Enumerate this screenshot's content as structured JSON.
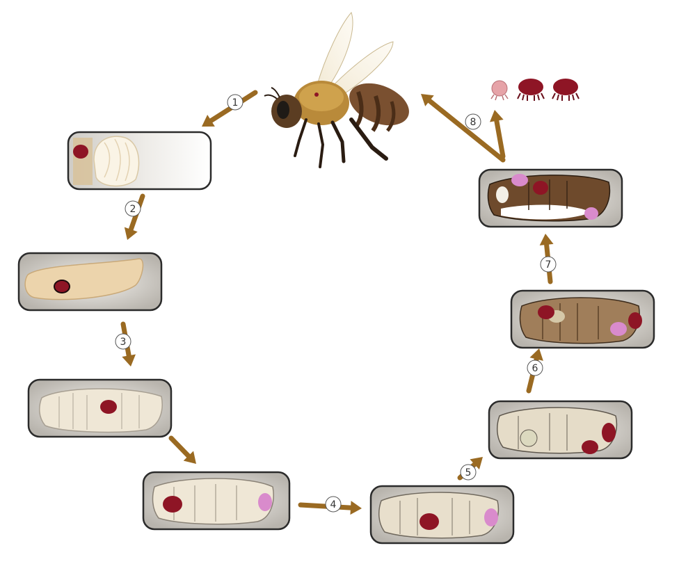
{
  "colors": {
    "arrow": "#9a6a22",
    "cell_fill": "#d9d6d0",
    "cell_stroke": "#2b2b2b",
    "mite": "#8e1525",
    "mite_young": "#e6a3a8",
    "pupa_pale": "#efe7d6",
    "pupa_dark": "#7a5535",
    "larva": "#ecd4ac",
    "egg_white": "#faf4e6",
    "pink_mite": "#d98bcc"
  },
  "steps": [
    {
      "number": "1"
    },
    {
      "number": "2"
    },
    {
      "number": "3"
    },
    {
      "number": "4"
    },
    {
      "number": "5"
    },
    {
      "number": "6"
    },
    {
      "number": "7"
    },
    {
      "number": "8"
    }
  ],
  "icons": {
    "bee": "honeybee-icon",
    "mite": "varroa-mite-icon",
    "cell": "brood-cell-icon"
  }
}
